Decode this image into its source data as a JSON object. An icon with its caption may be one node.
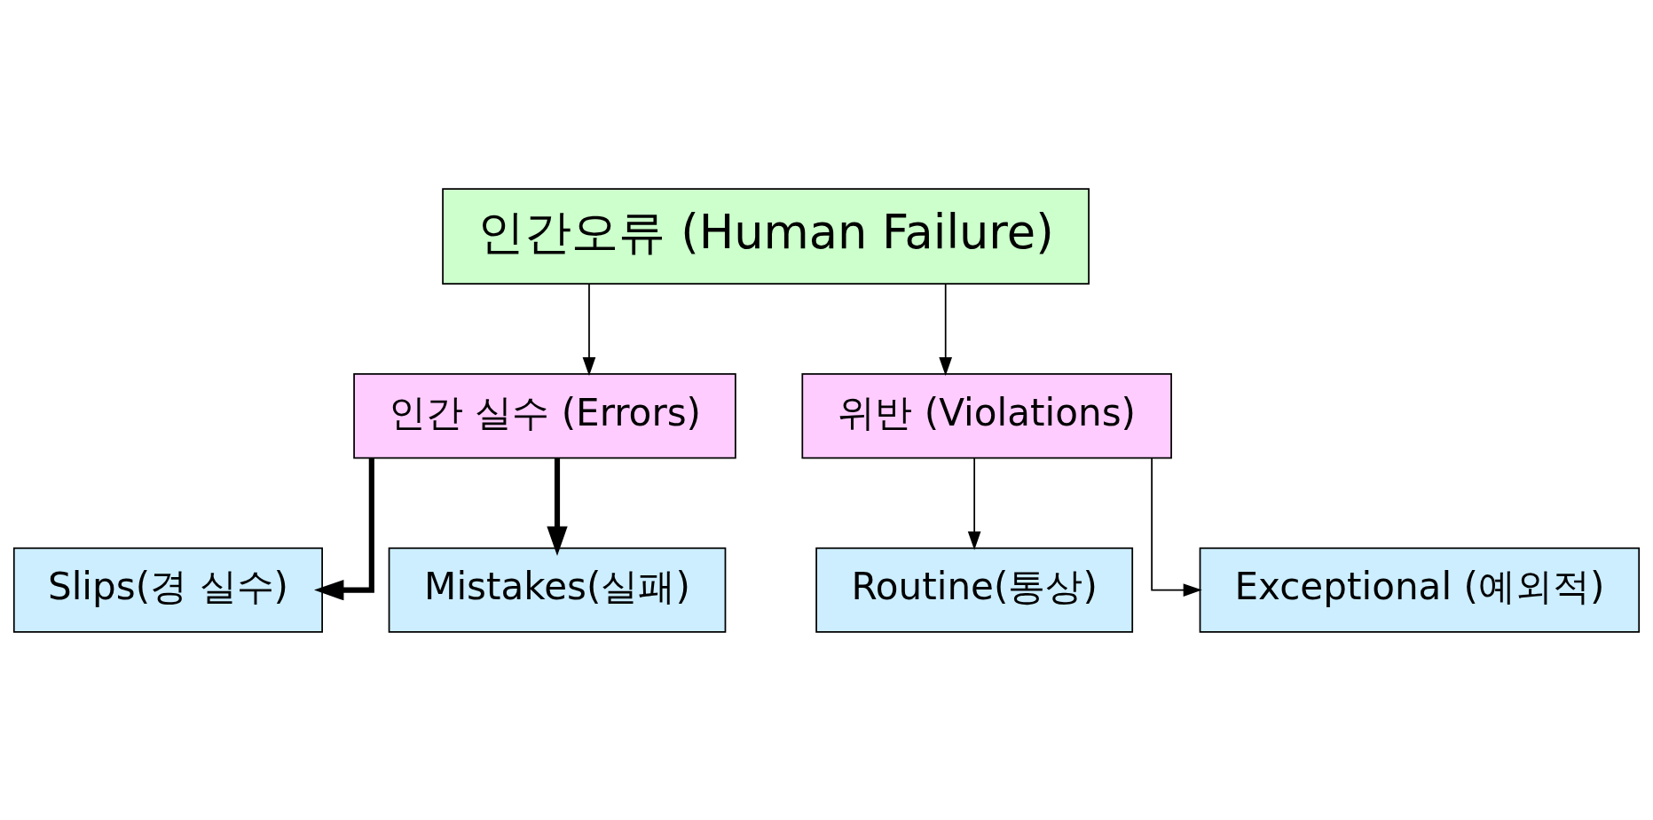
{
  "diagram": {
    "nodes": [
      {
        "text": [
          "인간오류 (Human Failure)"
        ]
      },
      {
        "text": [
          "인간 실수 (Errors)"
        ]
      },
      {
        "text": [
          "위반 (Violations)"
        ]
      },
      {
        "text": [
          "Slips(경 실수)"
        ]
      },
      {
        "text": [
          "Mistakes(실패)"
        ]
      },
      {
        "text": [
          "Routine(통상)"
        ]
      },
      {
        "text": [
          "Exceptional (예외적)"
        ]
      }
    ],
    "edges": [
      {
        "from": 0,
        "to": 1,
        "arrow": "to"
      },
      {
        "from": 0,
        "to": 2,
        "arrow": "to"
      },
      {
        "from": 1,
        "to": 3,
        "arrow": "to",
        "style": "thick"
      },
      {
        "from": 1,
        "to": 4,
        "arrow": "to",
        "style": "thick"
      },
      {
        "from": 2,
        "to": 5,
        "arrow": "to"
      },
      {
        "from": 2,
        "to": 6,
        "arrow": "to"
      }
    ]
  }
}
